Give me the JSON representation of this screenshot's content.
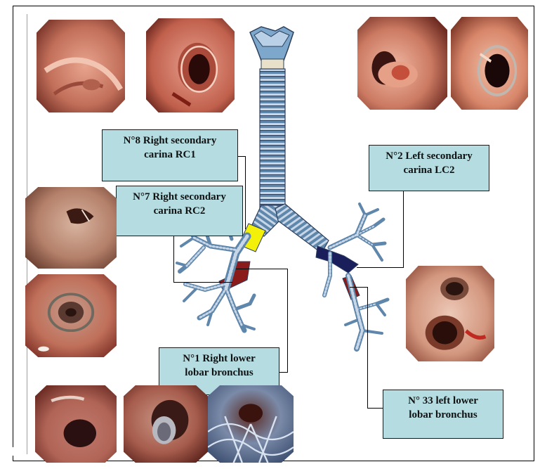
{
  "labels": {
    "n8": {
      "line1": "N°8  Right secondary",
      "line2": "carina RC1"
    },
    "n7": {
      "line1": "N°7  Right secondary",
      "line2": "carina RC2"
    },
    "n2": {
      "line1": "N°2 Left secondary",
      "line2": "carina LC2"
    },
    "n1": {
      "line1": "N°1  Right lower",
      "line2": "lobar bronchus"
    },
    "n33": {
      "line1": "N° 33 left lower",
      "line2": "lobar bronchus"
    }
  },
  "colors": {
    "label_fill": "#b5dde1",
    "airway_blue": "#5f86ab",
    "airway_stripe": "#c7d7e8",
    "rc2_yellow": "#f3f10a",
    "rc1_red": "#8b1a1a",
    "lc2_navy": "#1a1f5c",
    "mucosa_pink": "#d98a72"
  },
  "photos": [
    "endoscopic-view-rc1-before",
    "endoscopic-view-rc1-after",
    "endoscopic-view-lc2-before",
    "endoscopic-view-lc2-after",
    "endoscopic-view-rc2-before",
    "endoscopic-view-rc2-after",
    "endoscopic-view-n33",
    "endoscopic-view-n1-a",
    "endoscopic-view-n1-b",
    "endoscopic-view-stent"
  ]
}
